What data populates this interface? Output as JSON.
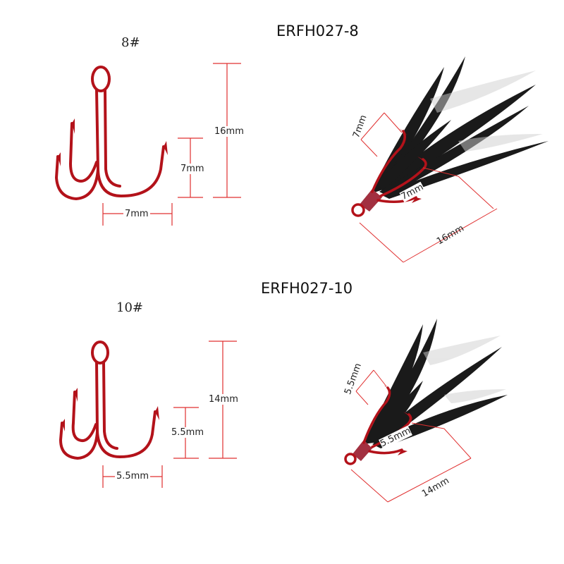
{
  "products": [
    {
      "model": "ERFH027-8",
      "size": "8#",
      "plain_hook": {
        "gap_width": "7mm",
        "point_height": "7mm",
        "total_length": "16mm"
      },
      "feathered_hook": {
        "point_height": "7mm",
        "gap_width": "7mm",
        "total_length": "16mm"
      }
    },
    {
      "model": "ERFH027-10",
      "size": "10#",
      "plain_hook": {
        "gap_width": "5.5mm",
        "point_height": "5.5mm",
        "total_length": "14mm"
      },
      "feathered_hook": {
        "point_height": "5.5mm",
        "gap_width": "5.5mm",
        "total_length": "14mm"
      }
    }
  ],
  "colors": {
    "hook": "#b3121a",
    "hook_dark": "#6e0a0f",
    "dimension_line": "#e03030",
    "feather": "#1a1a1a",
    "thread": "#a23040"
  }
}
